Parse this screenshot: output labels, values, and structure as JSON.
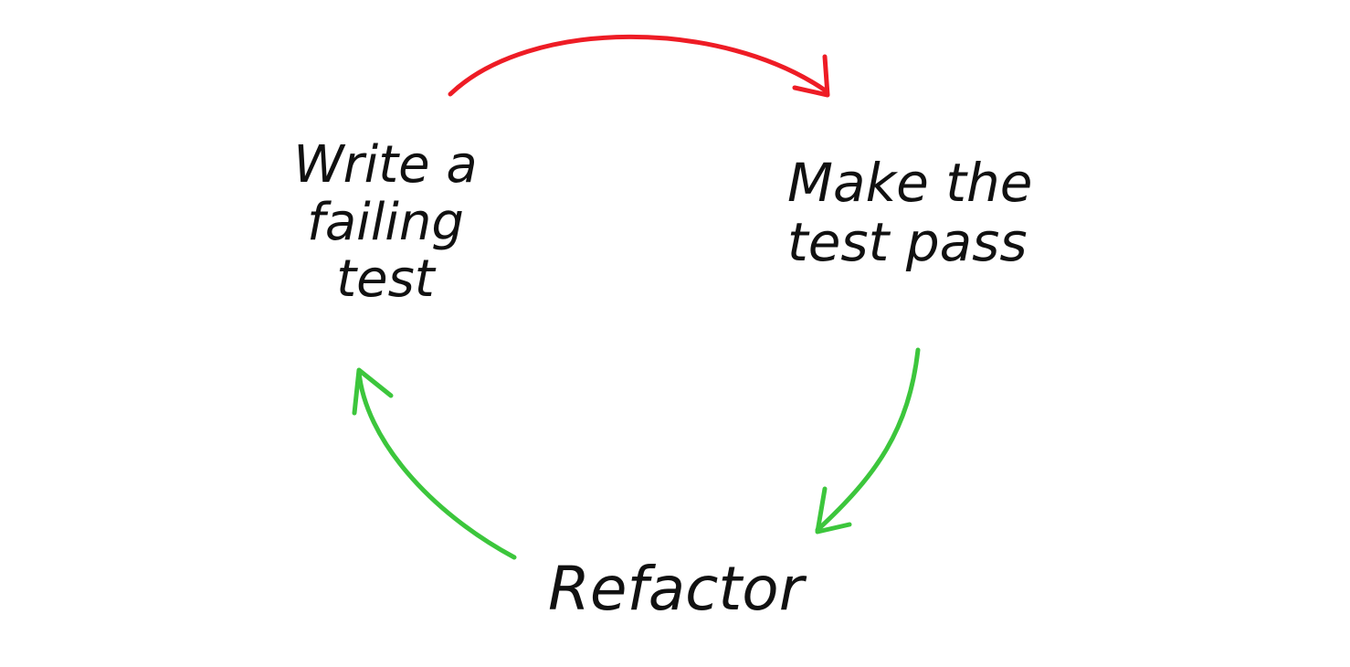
{
  "steps": {
    "write_failing_test": {
      "lines": [
        "Write a",
        "failing",
        "test"
      ]
    },
    "make_test_pass": {
      "lines": [
        "Make the",
        "test pass"
      ]
    },
    "refactor": {
      "label": "Refactor"
    }
  },
  "arrows": {
    "red_color": "#ee1c25",
    "green_color": "#3cc63c",
    "ink_color": "#111111"
  }
}
